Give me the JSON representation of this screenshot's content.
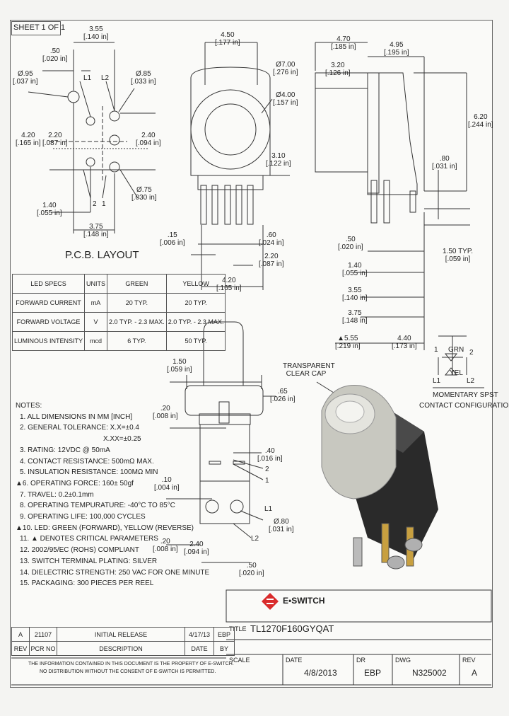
{
  "sheet_label": "SHEET 1 OF 1",
  "pcb": {
    "title": "P.C.B. LAYOUT",
    "dims": [
      {
        "id": "d355",
        "v": "3.55",
        "u": "[.140 in]"
      },
      {
        "id": "d050",
        "v": ".50",
        "u": "[.020 in]"
      },
      {
        "id": "d095",
        "v": "Ø.95",
        "u": "[.037 in]"
      },
      {
        "id": "d085",
        "v": "Ø.85",
        "u": "[.033 in]"
      },
      {
        "id": "d420",
        "v": "4.20",
        "u": "[.165 in]"
      },
      {
        "id": "d220",
        "v": "2.20",
        "u": "[.087 in]"
      },
      {
        "id": "d240",
        "v": "2.40",
        "u": "[.094 in]"
      },
      {
        "id": "d075",
        "v": "Ø.75",
        "u": "[.030 in]"
      },
      {
        "id": "d140",
        "v": "1.40",
        "u": "[.055 in]"
      },
      {
        "id": "d375",
        "v": "3.75",
        "u": "[.148 in]"
      }
    ],
    "pin_labels": [
      "L1",
      "L2",
      "2",
      "1"
    ]
  },
  "top_view": {
    "dims": [
      {
        "id": "t450",
        "v": "4.50",
        "u": "[.177 in]"
      },
      {
        "id": "t700",
        "v": "Ø7.00",
        "u": "[.276 in]"
      },
      {
        "id": "t400",
        "v": "Ø4.00",
        "u": "[.157 in]"
      },
      {
        "id": "t310",
        "v": "3.10",
        "u": "[.122 in]"
      },
      {
        "id": "t015",
        "v": ".15",
        "u": "[.006 in]"
      },
      {
        "id": "t060",
        "v": ".60",
        "u": "[.024 in]"
      },
      {
        "id": "t220",
        "v": "2.20",
        "u": "[.087 in]"
      },
      {
        "id": "t420",
        "v": "4.20",
        "u": "[.165 in]"
      }
    ]
  },
  "side_view": {
    "dims": [
      {
        "id": "s470",
        "v": "4.70",
        "u": "[.185 in]"
      },
      {
        "id": "s495",
        "v": "4.95",
        "u": "[.195 in]"
      },
      {
        "id": "s320",
        "v": "3.20",
        "u": "[.126 in]"
      },
      {
        "id": "s620",
        "v": "6.20",
        "u": "[.244 in]"
      },
      {
        "id": "s080",
        "v": ".80",
        "u": "[.031 in]"
      },
      {
        "id": "s050",
        "v": ".50",
        "u": "[.020 in]"
      },
      {
        "id": "s150",
        "v": "1.50",
        "u": "[.059 in]",
        "extra": "TYP."
      },
      {
        "id": "s140",
        "v": "1.40",
        "u": "[.055 in]"
      },
      {
        "id": "s355",
        "v": "3.55",
        "u": "[.140 in]"
      },
      {
        "id": "s375",
        "v": "3.75",
        "u": "[.148 in]"
      },
      {
        "id": "s555",
        "v": "▲5.55",
        "u": "[.219 in]"
      },
      {
        "id": "s440",
        "v": "4.40",
        "u": "[.173 in]"
      }
    ]
  },
  "led_specs": {
    "headers": [
      "LED SPECS",
      "UNITS",
      "GREEN",
      "YELLOW"
    ],
    "rows": [
      [
        "FORWARD CURRENT",
        "mA",
        "20 TYP.",
        "20 TYP."
      ],
      [
        "FORWARD VOLTAGE",
        "V",
        "2.0 TYP. - 2.3 MAX.",
        "2.0 TYP. - 2.3 MAX."
      ],
      [
        "LUMINOUS INTENSITY",
        "mcd",
        "6 TYP.",
        "50 TYP."
      ]
    ]
  },
  "front_view": {
    "dims": [
      {
        "id": "f150",
        "v": "1.50",
        "u": "[.059 in]"
      },
      {
        "id": "f065",
        "v": ".65",
        "u": "[.026 in]"
      },
      {
        "id": "f020",
        "v": ".20",
        "u": "[.008 in]"
      },
      {
        "id": "f040",
        "v": ".40",
        "u": "[.016 in]"
      },
      {
        "id": "f010",
        "v": ".10",
        "u": "[.004 in]"
      },
      {
        "id": "f080",
        "v": "Ø.80",
        "u": "[.031 in]"
      },
      {
        "id": "f020b",
        "v": ".20",
        "u": "[.008 in]"
      },
      {
        "id": "f240",
        "v": "2.40",
        "u": "[.094 in]"
      },
      {
        "id": "f050",
        "v": ".50",
        "u": "[.020 in]"
      }
    ],
    "labels": [
      "2",
      "1",
      "L1",
      "L2"
    ]
  },
  "notes": {
    "title": "NOTES:",
    "items": [
      "1. ALL DIMENSIONS IN MM [INCH]",
      "2. GENERAL TOLERANCE: X.X=±0.4",
      "X.XX=±0.25",
      "3. RATING: 12VDC @ 50mA",
      "4. CONTACT RESISTANCE: 500mΩ MAX.",
      "5. INSULATION RESISTANCE: 100MΩ MIN",
      "▲6. OPERATING FORCE: 160± 50gf",
      "7. TRAVEL: 0.2±0.1mm",
      "8. OPERATING TEMPURATURE: -40°C TO 85°C",
      "9. OPERATING LIFE: 100,000 CYCLES",
      "▲10. LED: GREEN (FORWARD), YELLOW (REVERSE)",
      "11. ▲ DENOTES CRITICAL PARAMETERS",
      "12. 2002/95/EC (ROHS) COMPLIANT",
      "13. SWITCH TERMINAL PLATING: SILVER",
      "14. DIELECTRIC STRENGTH: 250 VAC FOR ONE MINUTE",
      "15. PACKAGING: 300 PIECES PER REEL"
    ]
  },
  "iso_label": "TRANSPARENT CLEAR CAP",
  "schematic": {
    "labels": [
      "1",
      "GRN",
      "2",
      "YEL",
      "L1",
      "L2"
    ],
    "caption1": "MOMENTARY SPST",
    "caption2": "CONTACT CONFIGURATION"
  },
  "title_block": {
    "brand": "E•SWITCH",
    "title_label": "TITLE",
    "title": "TL1270F160GYQAT",
    "scale_label": "SCALE",
    "scale": "",
    "date_label": "DATE",
    "date": "4/8/2013",
    "dr_label": "DR",
    "dr": "EBP",
    "dwg_label": "DWG",
    "dwg": "N325002",
    "rev_label": "REV",
    "rev": "A",
    "disclaimer1": "THE INFORMATION CONTAINED IN THIS DOCUMENT IS THE PROPERTY OF E-SWITCH.",
    "disclaimer2": "NO DISTRIBUTION WITHOUT THE CONSENT OF E-SWITCH IS PERMITTED."
  },
  "revision": {
    "row": [
      "A",
      "21107",
      "INITIAL RELEASE",
      "4/17/13",
      "EBP"
    ],
    "headers": [
      "REV",
      "PCR NO",
      "DESCRIPTION",
      "DATE",
      "BY"
    ]
  },
  "colors": {
    "line": "#333333",
    "accent_red": "#d92b2b"
  }
}
